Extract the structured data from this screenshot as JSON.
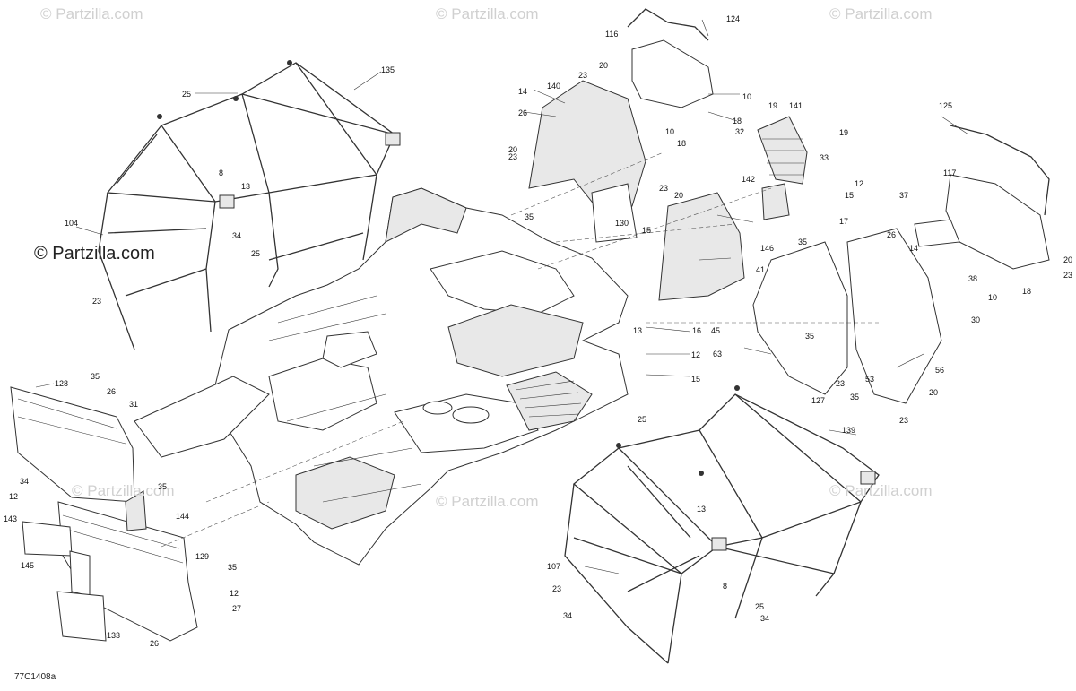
{
  "watermark": {
    "text": "© Partzilla.com",
    "prominent_text": "© Partzilla.com"
  },
  "diagram_code": "77C1408a",
  "callouts": [
    "135",
    "25",
    "8",
    "13",
    "34",
    "25",
    "104",
    "23",
    "124",
    "116",
    "23",
    "20",
    "10",
    "18",
    "140",
    "14",
    "26",
    "10",
    "18",
    "19",
    "141",
    "32",
    "19",
    "12",
    "33",
    "15",
    "142",
    "17",
    "125",
    "117",
    "37",
    "26",
    "14",
    "20",
    "18",
    "23",
    "10",
    "38",
    "23",
    "20",
    "23",
    "20",
    "35",
    "130",
    "15",
    "146",
    "35",
    "41",
    "45",
    "63",
    "23",
    "35",
    "53",
    "56",
    "30",
    "23",
    "20",
    "127",
    "16",
    "13",
    "12",
    "15",
    "128",
    "35",
    "26",
    "31",
    "35",
    "12",
    "34",
    "144",
    "143",
    "145",
    "129",
    "35",
    "12",
    "27",
    "133",
    "26",
    "25",
    "139",
    "107",
    "13",
    "23",
    "34",
    "8",
    "25",
    "34",
    "35"
  ]
}
